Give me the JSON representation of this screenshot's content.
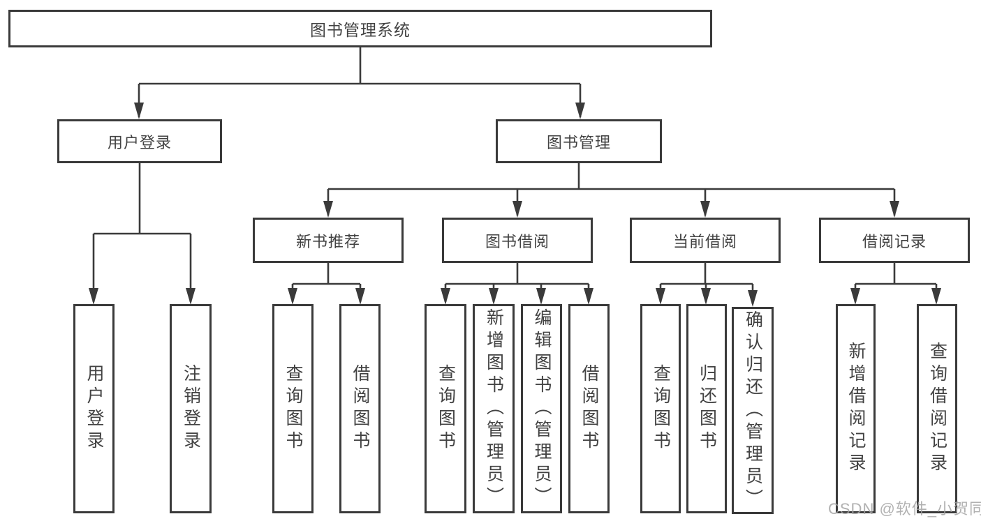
{
  "diagram": {
    "root": {
      "label": "图书管理系统"
    },
    "branches": [
      {
        "label": "用户登录",
        "children": [
          {
            "label": "用户登录"
          },
          {
            "label": "注销登录"
          }
        ]
      },
      {
        "label": "图书管理",
        "children": [
          {
            "label": "新书推荐",
            "children": [
              {
                "label": "查询图书"
              },
              {
                "label": "借阅图书"
              }
            ]
          },
          {
            "label": "图书借阅",
            "children": [
              {
                "label": "查询图书"
              },
              {
                "label": "新增图书（管理员）"
              },
              {
                "label": "编辑图书（管理员）"
              },
              {
                "label": "借阅图书"
              }
            ]
          },
          {
            "label": "当前借阅",
            "children": [
              {
                "label": "查询图书"
              },
              {
                "label": "归还图书"
              },
              {
                "label": "确认归还（管理员）"
              }
            ]
          },
          {
            "label": "借阅记录",
            "children": [
              {
                "label": "新增借阅记录"
              },
              {
                "label": "查询借阅记录"
              }
            ]
          }
        ]
      }
    ]
  },
  "watermark": {
    "text": "CSDN @软件_小贺同学"
  },
  "colors": {
    "line": "#3a3a3a",
    "text": "#424242",
    "watermark": "#a3a3a3",
    "background": "#ffffff"
  }
}
